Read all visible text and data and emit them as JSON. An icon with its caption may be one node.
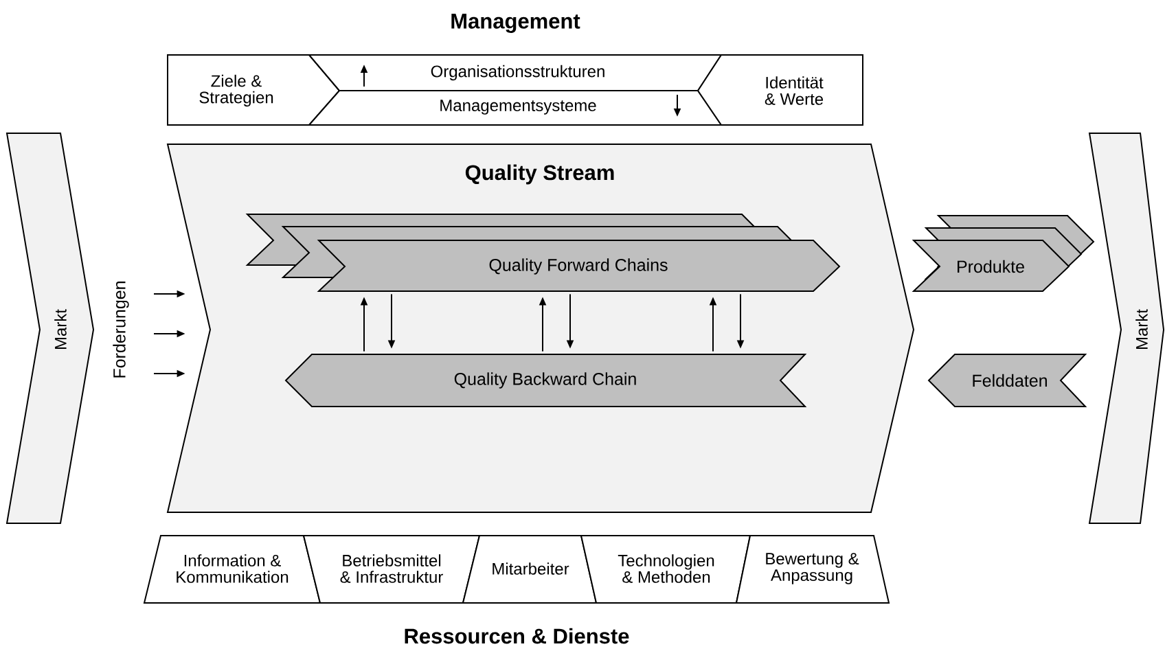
{
  "diagram": {
    "nodes": [
      {
        "text": [
          "Ziele & Strategien"
        ]
      },
      {
        "text": [
          "Organisationsstrukturen"
        ]
      },
      {
        "text": [
          "Managementsysteme"
        ]
      },
      {
        "text": [
          "Identität & Werte"
        ]
      },
      {
        "text": [
          "Markt"
        ]
      },
      {
        "text": [
          "Forderungen"
        ]
      },
      {
        "text": [
          "Quality Stream"
        ]
      },
      {
        "text": [
          "Quality Forward Chains"
        ],
        "in": 6
      },
      {
        "text": [
          "Quality Backward Chain"
        ],
        "in": 6
      },
      {
        "text": [
          "Produkte"
        ]
      },
      {
        "text": [
          "Felddaten"
        ]
      },
      {
        "text": [
          "Markt"
        ]
      },
      {
        "text": [
          "Information & Kommunikation"
        ]
      },
      {
        "text": [
          "Betriebsmittel & Infrastruktur"
        ]
      },
      {
        "text": [
          "Mitarbeiter"
        ]
      },
      {
        "text": [
          "Technologien & Methoden"
        ]
      },
      {
        "text": [
          "Bewertung & Anpassung"
        ]
      }
    ],
    "edges": [
      {
        "from": 5,
        "to": 6,
        "arrow": "to"
      },
      {
        "from": 5,
        "to": 6,
        "arrow": "to"
      },
      {
        "from": 5,
        "to": 6,
        "arrow": "to"
      },
      {
        "from": 8,
        "to": 7,
        "arrow": "to"
      },
      {
        "from": 7,
        "to": 8,
        "arrow": "to"
      },
      {
        "from": 8,
        "to": 7,
        "arrow": "to"
      },
      {
        "from": 7,
        "to": 8,
        "arrow": "to"
      },
      {
        "from": 8,
        "to": 7,
        "arrow": "to"
      },
      {
        "from": 7,
        "to": 8,
        "arrow": "to"
      }
    ],
    "labels": [
      "Management",
      "Ressourcen & Dienste"
    ]
  }
}
